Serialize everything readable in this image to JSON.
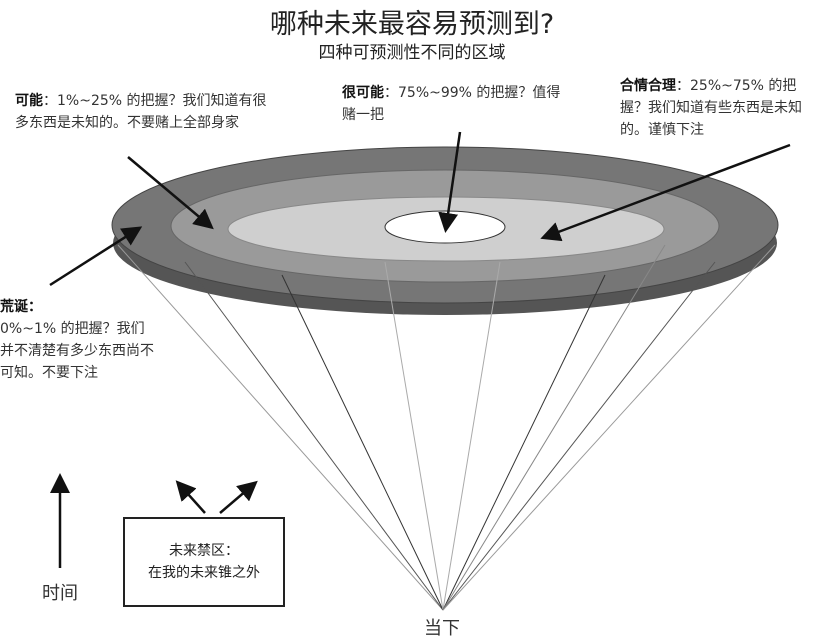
{
  "title": "哪种未来最容易预测到?",
  "subtitle": "四种可预测性不同的区域",
  "zones": {
    "possible": {
      "label": "可能",
      "text": "：1%~25% 的把握？我们知道有很多东西是未知的。不要赌上全部身家"
    },
    "probable": {
      "label": "很可能",
      "text": "：75%~99% 的把握？值得赌一把"
    },
    "plausible": {
      "label": "合情合理",
      "text": "：25%~75% 的把握？我们知道有些东西是未知的。谨慎下注"
    },
    "preposterous": {
      "label": "荒诞：",
      "text": "0%~1% 的把握？我们并不清楚有多少东西尚不可知。不要下注"
    }
  },
  "forbidden_box": {
    "line1": "未来禁区：",
    "line2": "在我的未来锥之外"
  },
  "time_label": "时间",
  "present_label": "当下",
  "colors": {
    "outer": "#6e6e6e",
    "rim": "#555555",
    "middle": "#9a9a9a",
    "inner": "#cfcfcf",
    "center": "#ffffff"
  }
}
